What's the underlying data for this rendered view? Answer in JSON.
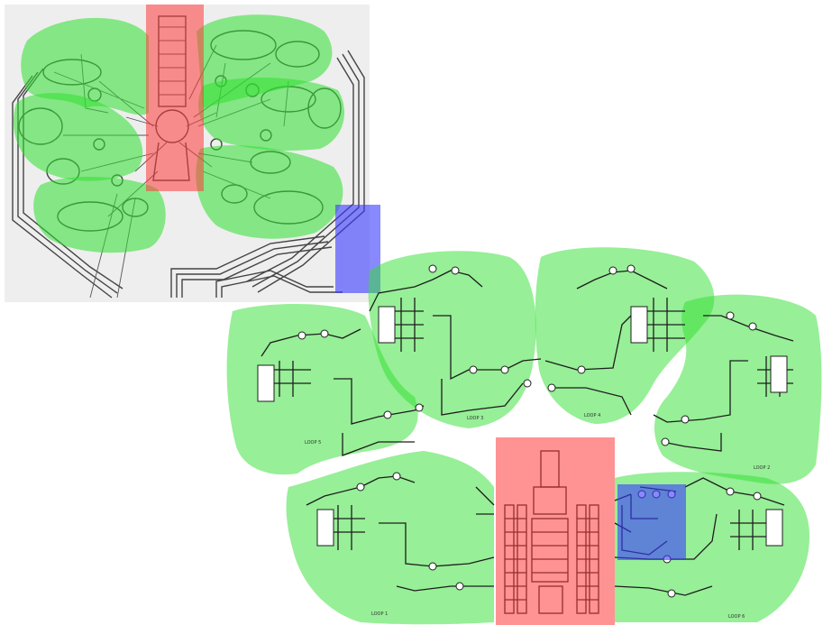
{
  "legend_colors": {
    "loop_region": "#2fe02f",
    "vessel_region": "#ff3b3b",
    "connector_region": "#3a3aff"
  },
  "loop_labels": [
    "LOOP 1",
    "LOOP 2",
    "LOOP 3",
    "LOOP 4",
    "LOOP 5",
    "LOOP 6"
  ]
}
